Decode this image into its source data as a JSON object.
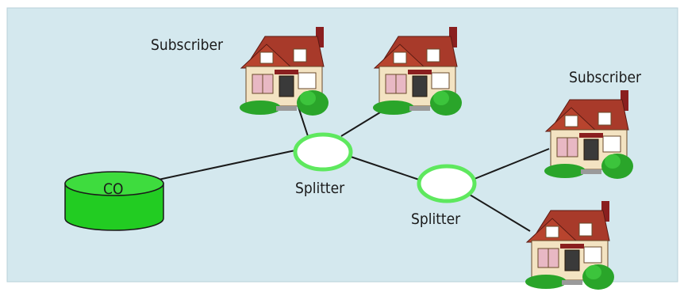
{
  "diagram": {
    "co_label": "CO",
    "splitter_1_label": "Splitter",
    "splitter_2_label": "Splitter",
    "subscriber_1_label": "Subscriber",
    "subscriber_2_label": "Subscriber"
  },
  "colors": {
    "background": "#d4e8ee",
    "co_fill": "#22cc22",
    "splitter_outline": "#5ee85e",
    "link_line": "#1a1a1a"
  }
}
